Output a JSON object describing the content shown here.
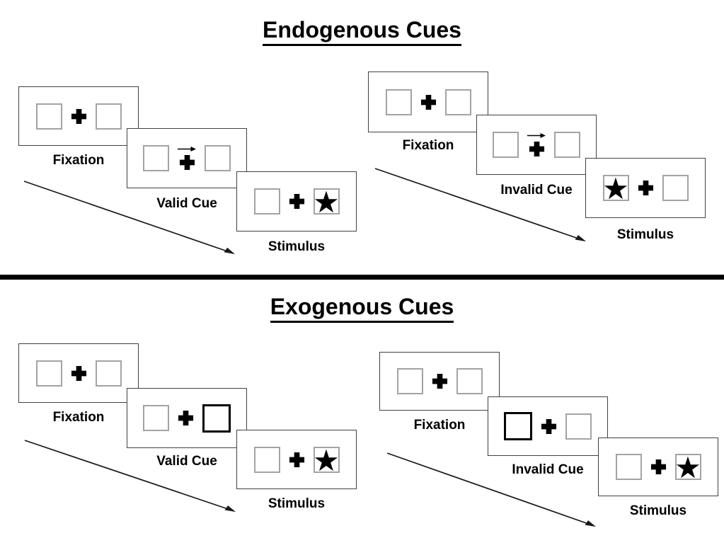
{
  "titles": {
    "endogenous": "Endogenous Cues",
    "exogenous": "Exogenous Cues"
  },
  "glyphs": {
    "star": "★"
  },
  "colors": {
    "background": "#ffffff",
    "ink": "#000000",
    "card_border": "#414141",
    "placeholder_border": "#a3a3a3",
    "cue_highlight_border": "#000000",
    "divider": "#000000"
  },
  "panels": [
    {
      "section": "endogenous",
      "condition": "valid",
      "cue_style": "central arrow pointing right above fixation cross",
      "steps": [
        {
          "label": "Fixation",
          "left_box": "empty",
          "right_box": "empty",
          "center": "fixation-cross"
        },
        {
          "label": "Valid Cue",
          "left_box": "empty",
          "right_box": "empty",
          "center": "fixation-cross-with-right-arrow",
          "arrow_direction": "right"
        },
        {
          "label": "Stimulus",
          "left_box": "empty",
          "right_box": "star",
          "center": "fixation-cross",
          "star_side": "right"
        }
      ]
    },
    {
      "section": "endogenous",
      "condition": "invalid",
      "cue_style": "central arrow pointing right above fixation cross",
      "steps": [
        {
          "label": "Fixation",
          "left_box": "empty",
          "right_box": "empty",
          "center": "fixation-cross"
        },
        {
          "label": "Invalid Cue",
          "left_box": "empty",
          "right_box": "empty",
          "center": "fixation-cross-with-right-arrow",
          "arrow_direction": "right"
        },
        {
          "label": "Stimulus",
          "left_box": "star",
          "right_box": "empty",
          "center": "fixation-cross",
          "star_side": "left"
        }
      ]
    },
    {
      "section": "exogenous",
      "condition": "valid",
      "cue_style": "peripheral bold box highlight",
      "steps": [
        {
          "label": "Fixation",
          "left_box": "empty",
          "right_box": "empty",
          "center": "fixation-cross"
        },
        {
          "label": "Valid Cue",
          "left_box": "empty",
          "right_box": "highlighted",
          "center": "fixation-cross",
          "highlight_side": "right"
        },
        {
          "label": "Stimulus",
          "left_box": "empty",
          "right_box": "star",
          "center": "fixation-cross",
          "star_side": "right"
        }
      ]
    },
    {
      "section": "exogenous",
      "condition": "invalid",
      "cue_style": "peripheral bold box highlight",
      "steps": [
        {
          "label": "Fixation",
          "left_box": "empty",
          "right_box": "empty",
          "center": "fixation-cross"
        },
        {
          "label": "Invalid Cue",
          "left_box": "highlighted",
          "right_box": "empty",
          "center": "fixation-cross",
          "highlight_side": "left"
        },
        {
          "label": "Stimulus",
          "left_box": "empty",
          "right_box": "star",
          "center": "fixation-cross",
          "star_side": "right"
        }
      ]
    }
  ]
}
